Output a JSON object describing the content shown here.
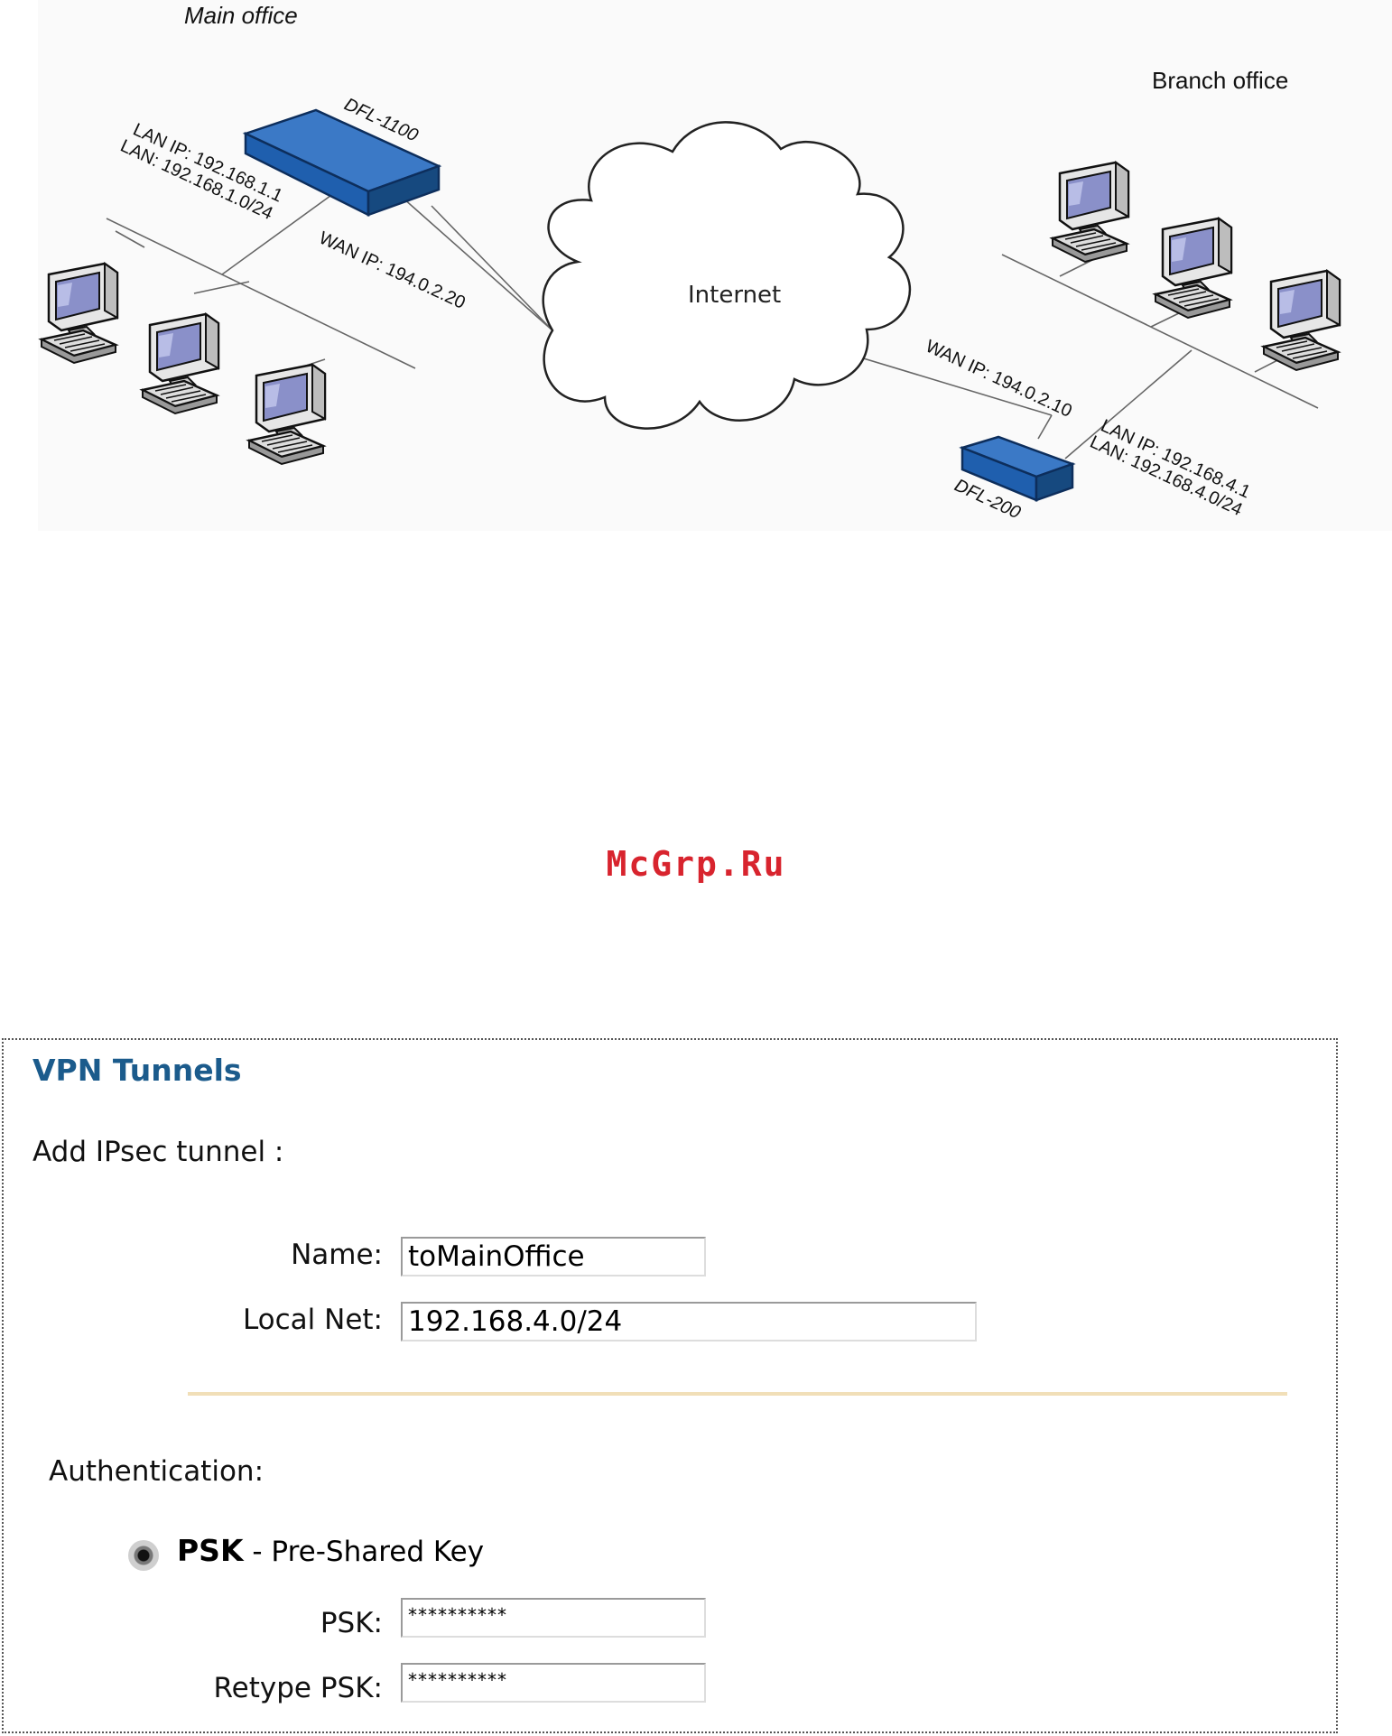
{
  "diagram": {
    "main_office": "Main office",
    "branch_office": "Branch office",
    "internet": "Internet",
    "main_device": "DFL-1100",
    "main_lan_ip": "LAN IP: 192.168.1.1",
    "main_lan": "LAN: 192.168.1.0/24",
    "main_wan_ip": "WAN IP: 194.0.2.20",
    "branch_device": "DFL-200",
    "branch_wan_ip": "WAN IP: 194.0.2.10",
    "branch_lan_ip": "LAN IP: 192.168.4.1",
    "branch_lan": "LAN: 192.168.4.0/24",
    "colors": {
      "device": "#1f5fae",
      "monitor": "#8a90c9"
    }
  },
  "watermark": "McGrp.Ru",
  "vpn": {
    "title": "VPN Tunnels",
    "add_label": "Add IPsec tunnel :",
    "name_label": "Name:",
    "name_value": "toMainOffice",
    "local_net_label": "Local Net:",
    "local_net_value": "192.168.4.0/24",
    "auth_label": "Authentication:",
    "psk_option_bold": "PSK",
    "psk_option_rest": " - Pre-Shared Key",
    "psk_label": "PSK:",
    "psk_value": "**********",
    "retype_label": "Retype PSK:",
    "retype_value": "**********",
    "colors": {
      "title": "#1b5b8c",
      "divider": "#f1dfb8"
    }
  }
}
